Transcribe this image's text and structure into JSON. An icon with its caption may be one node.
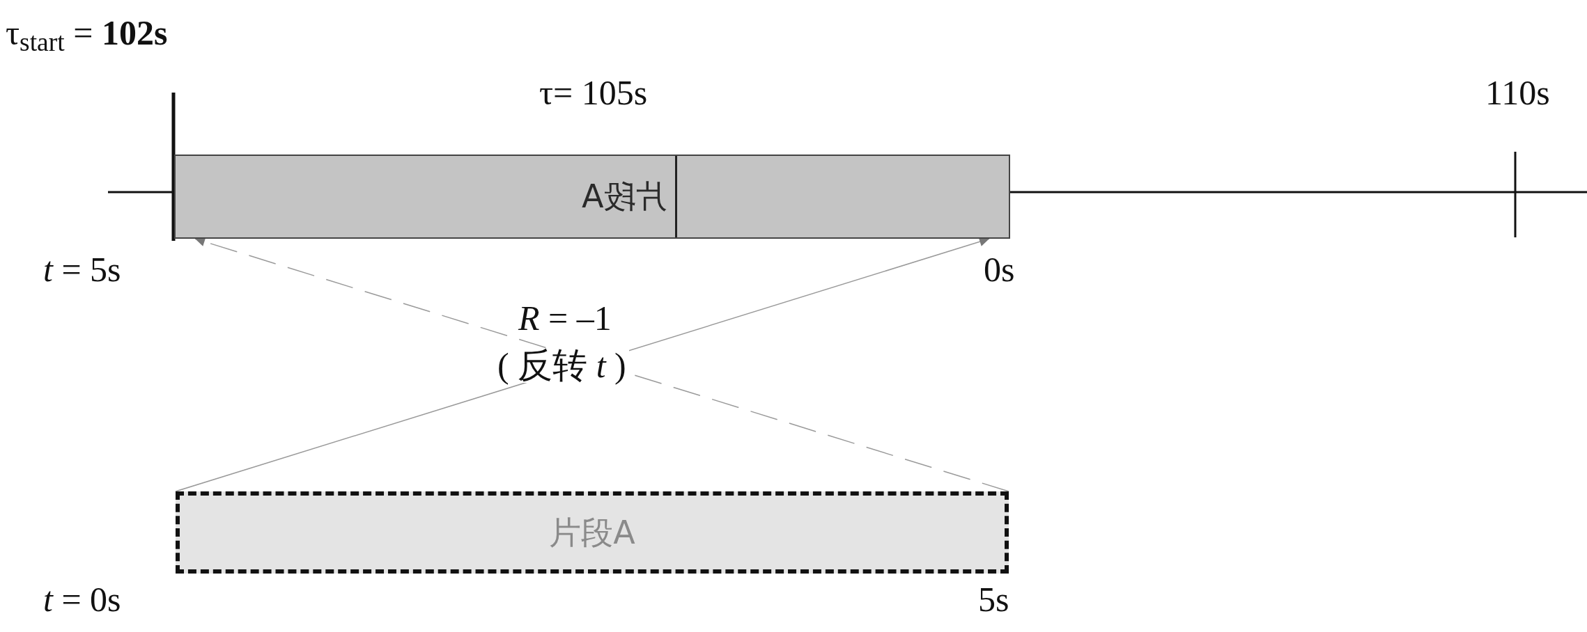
{
  "diagram": {
    "nodes": [
      {
        "text": [
          "片段A"
        ]
      },
      {
        "text": [
          "片段A"
        ]
      }
    ],
    "edges": [
      {
        "from": 1,
        "to": 0,
        "arrow": "to",
        "style": "dashed"
      },
      {
        "from": 1,
        "to": 0,
        "arrow": "to"
      }
    ],
    "labels": [
      "τ$_{start}$ = **102s**",
      "τ=  105s",
      "110s",
      "*t* = 5s",
      "0s",
      "*R* = –1",
      "( 反转 *t* )",
      "*t* = 0s",
      "5s"
    ]
  }
}
